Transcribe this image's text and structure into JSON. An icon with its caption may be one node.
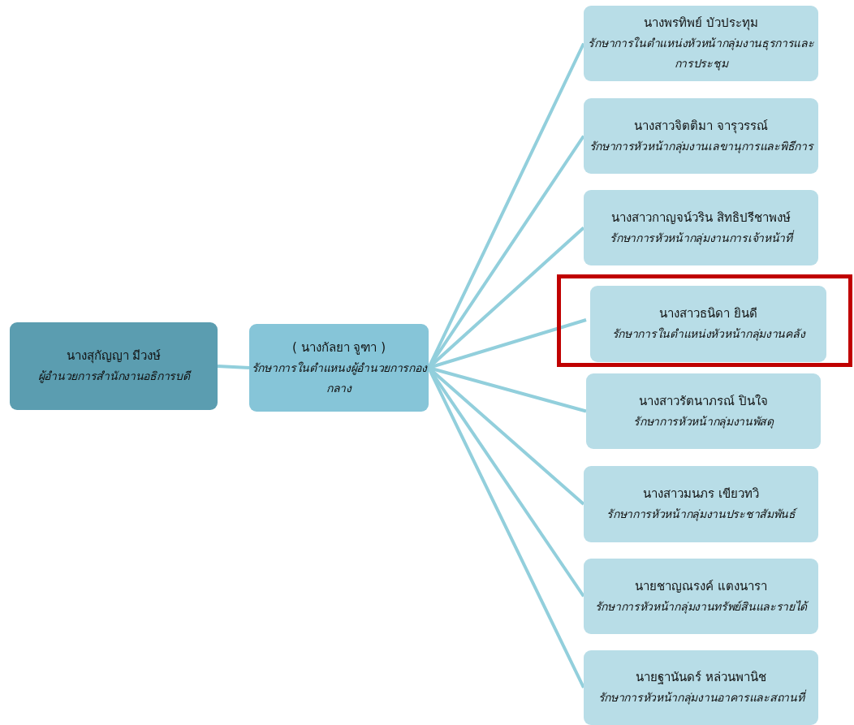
{
  "diagram": {
    "nodes": [
      {
        "text": [
          "นางสุกัญญา มีวงษ์",
          "ผู้อำนวยการสำนักงานอธิการบดี"
        ]
      },
      {
        "text": [
          "( นางกัลยา จูฑา )",
          "รักษาการในตำแหนงผู้อำนวยการกองกลาง"
        ]
      },
      {
        "text": [
          "นางพรทิพย์ บัวประทุม",
          "รักษาการในตำแหน่งหัวหน้ากลุ่มงานธุรการและการประชุม"
        ]
      },
      {
        "text": [
          "นางสาวจิตติมา จารุวรรณ์",
          "รักษาการหัวหน้ากลุ่มงานเลขานุการและพิธีการ"
        ]
      },
      {
        "text": [
          "นางสาวกาญจน์วริน สิทธิปรีชาพงษ์",
          "รักษาการหัวหน้ากลุ่มงานการเจ้าหน้าที่"
        ]
      },
      {
        "text": [],
        "shape": "box"
      },
      {
        "text": [
          "นางสาวธนิดา ยินดี",
          "รักษาการในตำแหน่งหัวหน้ากลุ่มงานคลัง"
        ],
        "in": 5
      },
      {
        "text": [
          "นางสาวรัตนาภรณ์ ปินใจ",
          "รักษาการหัวหน้ากลุ่มงานพัสดุ"
        ]
      },
      {
        "text": [
          "นางสาวมนภร เขียวทวิ",
          "รักษาการหัวหน้ากลุ่มงานประชาสัมพันธ์"
        ]
      },
      {
        "text": [
          "นายชาญณรงค์ แตงนารา",
          "รักษาการหัวหน้ากลุ่มงานทรัพย์สินและรายได้"
        ]
      },
      {
        "text": [
          "นายฐานันดร์ หล่วนพานิช",
          "รักษาการหัวหน้ากลุ่มงานอาคารและสถานที่"
        ]
      }
    ],
    "edges": [
      {
        "from": 0,
        "to": 1,
        "arrow": "none"
      },
      {
        "from": 1,
        "to": 2,
        "arrow": "none"
      },
      {
        "from": 1,
        "to": 3,
        "arrow": "none"
      },
      {
        "from": 1,
        "to": 4,
        "arrow": "none"
      },
      {
        "from": 1,
        "to": 6,
        "arrow": "none"
      },
      {
        "from": 1,
        "to": 7,
        "arrow": "none"
      },
      {
        "from": 1,
        "to": 8,
        "arrow": "none"
      },
      {
        "from": 1,
        "to": 9,
        "arrow": "none"
      },
      {
        "from": 1,
        "to": 10,
        "arrow": "none"
      }
    ]
  }
}
